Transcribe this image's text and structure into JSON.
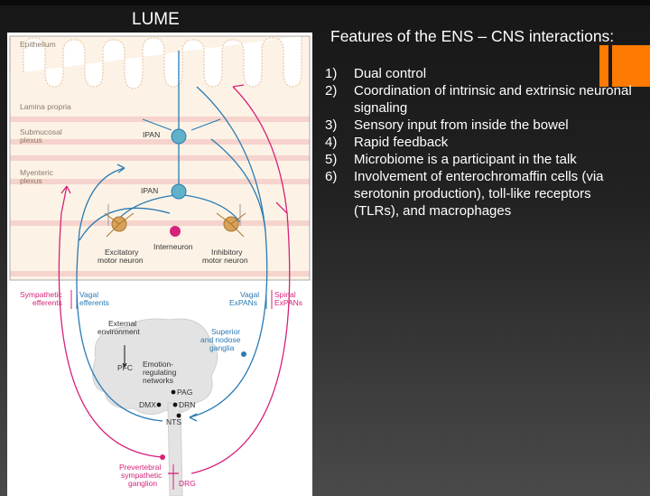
{
  "slide": {
    "title": "LUME",
    "panel_title": "Features of the ENS – CNS interactions:"
  },
  "features": [
    {
      "num": "1)",
      "text": "Dual control"
    },
    {
      "num": "2)",
      "text": "Coordination of intrinsic and extrinsic neuronal signaling"
    },
    {
      "num": "3)",
      "text": "Sensory input from inside the bowel"
    },
    {
      "num": "4)",
      "text": "Rapid feedback"
    },
    {
      "num": "5)",
      "text": "Microbiome is a participant in the talk"
    },
    {
      "num": "6)",
      "text": "Involvement of enterochromaffin cells (via serotonin production), toll-like receptors (TLRs), and macrophages"
    }
  ],
  "diagram": {
    "layers": {
      "epithelium": "Epithelium",
      "lamina_propria": "Lamina propria",
      "submucosal_1": "Submucosal",
      "submucosal_2": "plexus",
      "myenteric_1": "Myenteric",
      "myenteric_2": "plexus"
    },
    "neurons": {
      "ipan_top": "IPAN",
      "ipan_mid": "IPAN",
      "interneuron": "Interneuron",
      "excitatory_1": "Excitatory",
      "excitatory_2": "motor neuron",
      "inhibitory_1": "Inhibitory",
      "inhibitory_2": "motor neuron"
    },
    "pathways": {
      "sympathetic_1": "Sympathetic",
      "sympathetic_2": "efferents",
      "vagal_eff_1": "Vagal",
      "vagal_eff_2": "efferents",
      "vagal_ex_1": "Vagal",
      "vagal_ex_2": "ExPANs",
      "spinal_1": "Spinal",
      "spinal_2": "ExPANs"
    },
    "cns": {
      "external_1": "External",
      "external_2": "environment",
      "superior_1": "Superior",
      "superior_2": "and nodose",
      "superior_3": "ganglia",
      "pfc": "PFC",
      "emotion_1": "Emotion-",
      "emotion_2": "regulating",
      "emotion_3": "networks",
      "pag": "PAG",
      "dmx": "DMX",
      "drn": "DRN",
      "nts": "NTS",
      "prevert_1": "Prevertebral",
      "prevert_2": "sympathetic",
      "prevert_3": "ganglion",
      "drg": "DRG"
    },
    "colors": {
      "magenta": "#d6227a",
      "blue": "#2a7ab3",
      "accent": "#ff7a00",
      "band": "#f6d3cc",
      "tissue": "#fcf3e6"
    }
  }
}
